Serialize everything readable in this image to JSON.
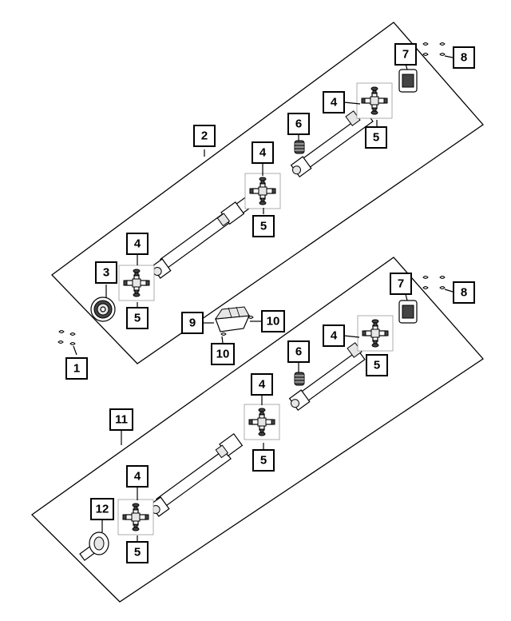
{
  "diagram": {
    "callouts": {
      "c1": "1",
      "c2": "2",
      "c3": "3",
      "c4a": "4",
      "c4b": "4",
      "c4c": "4",
      "c4d": "4",
      "c4e": "4",
      "c4f": "4",
      "c5a": "5",
      "c5b": "5",
      "c5c": "5",
      "c5d": "5",
      "c5e": "5",
      "c5f": "5",
      "c6a": "6",
      "c6b": "6",
      "c7a": "7",
      "c7b": "7",
      "c8a": "8",
      "c8b": "8",
      "c9": "9",
      "c10a": "10",
      "c10b": "10",
      "c11": "11",
      "c12": "12"
    }
  }
}
